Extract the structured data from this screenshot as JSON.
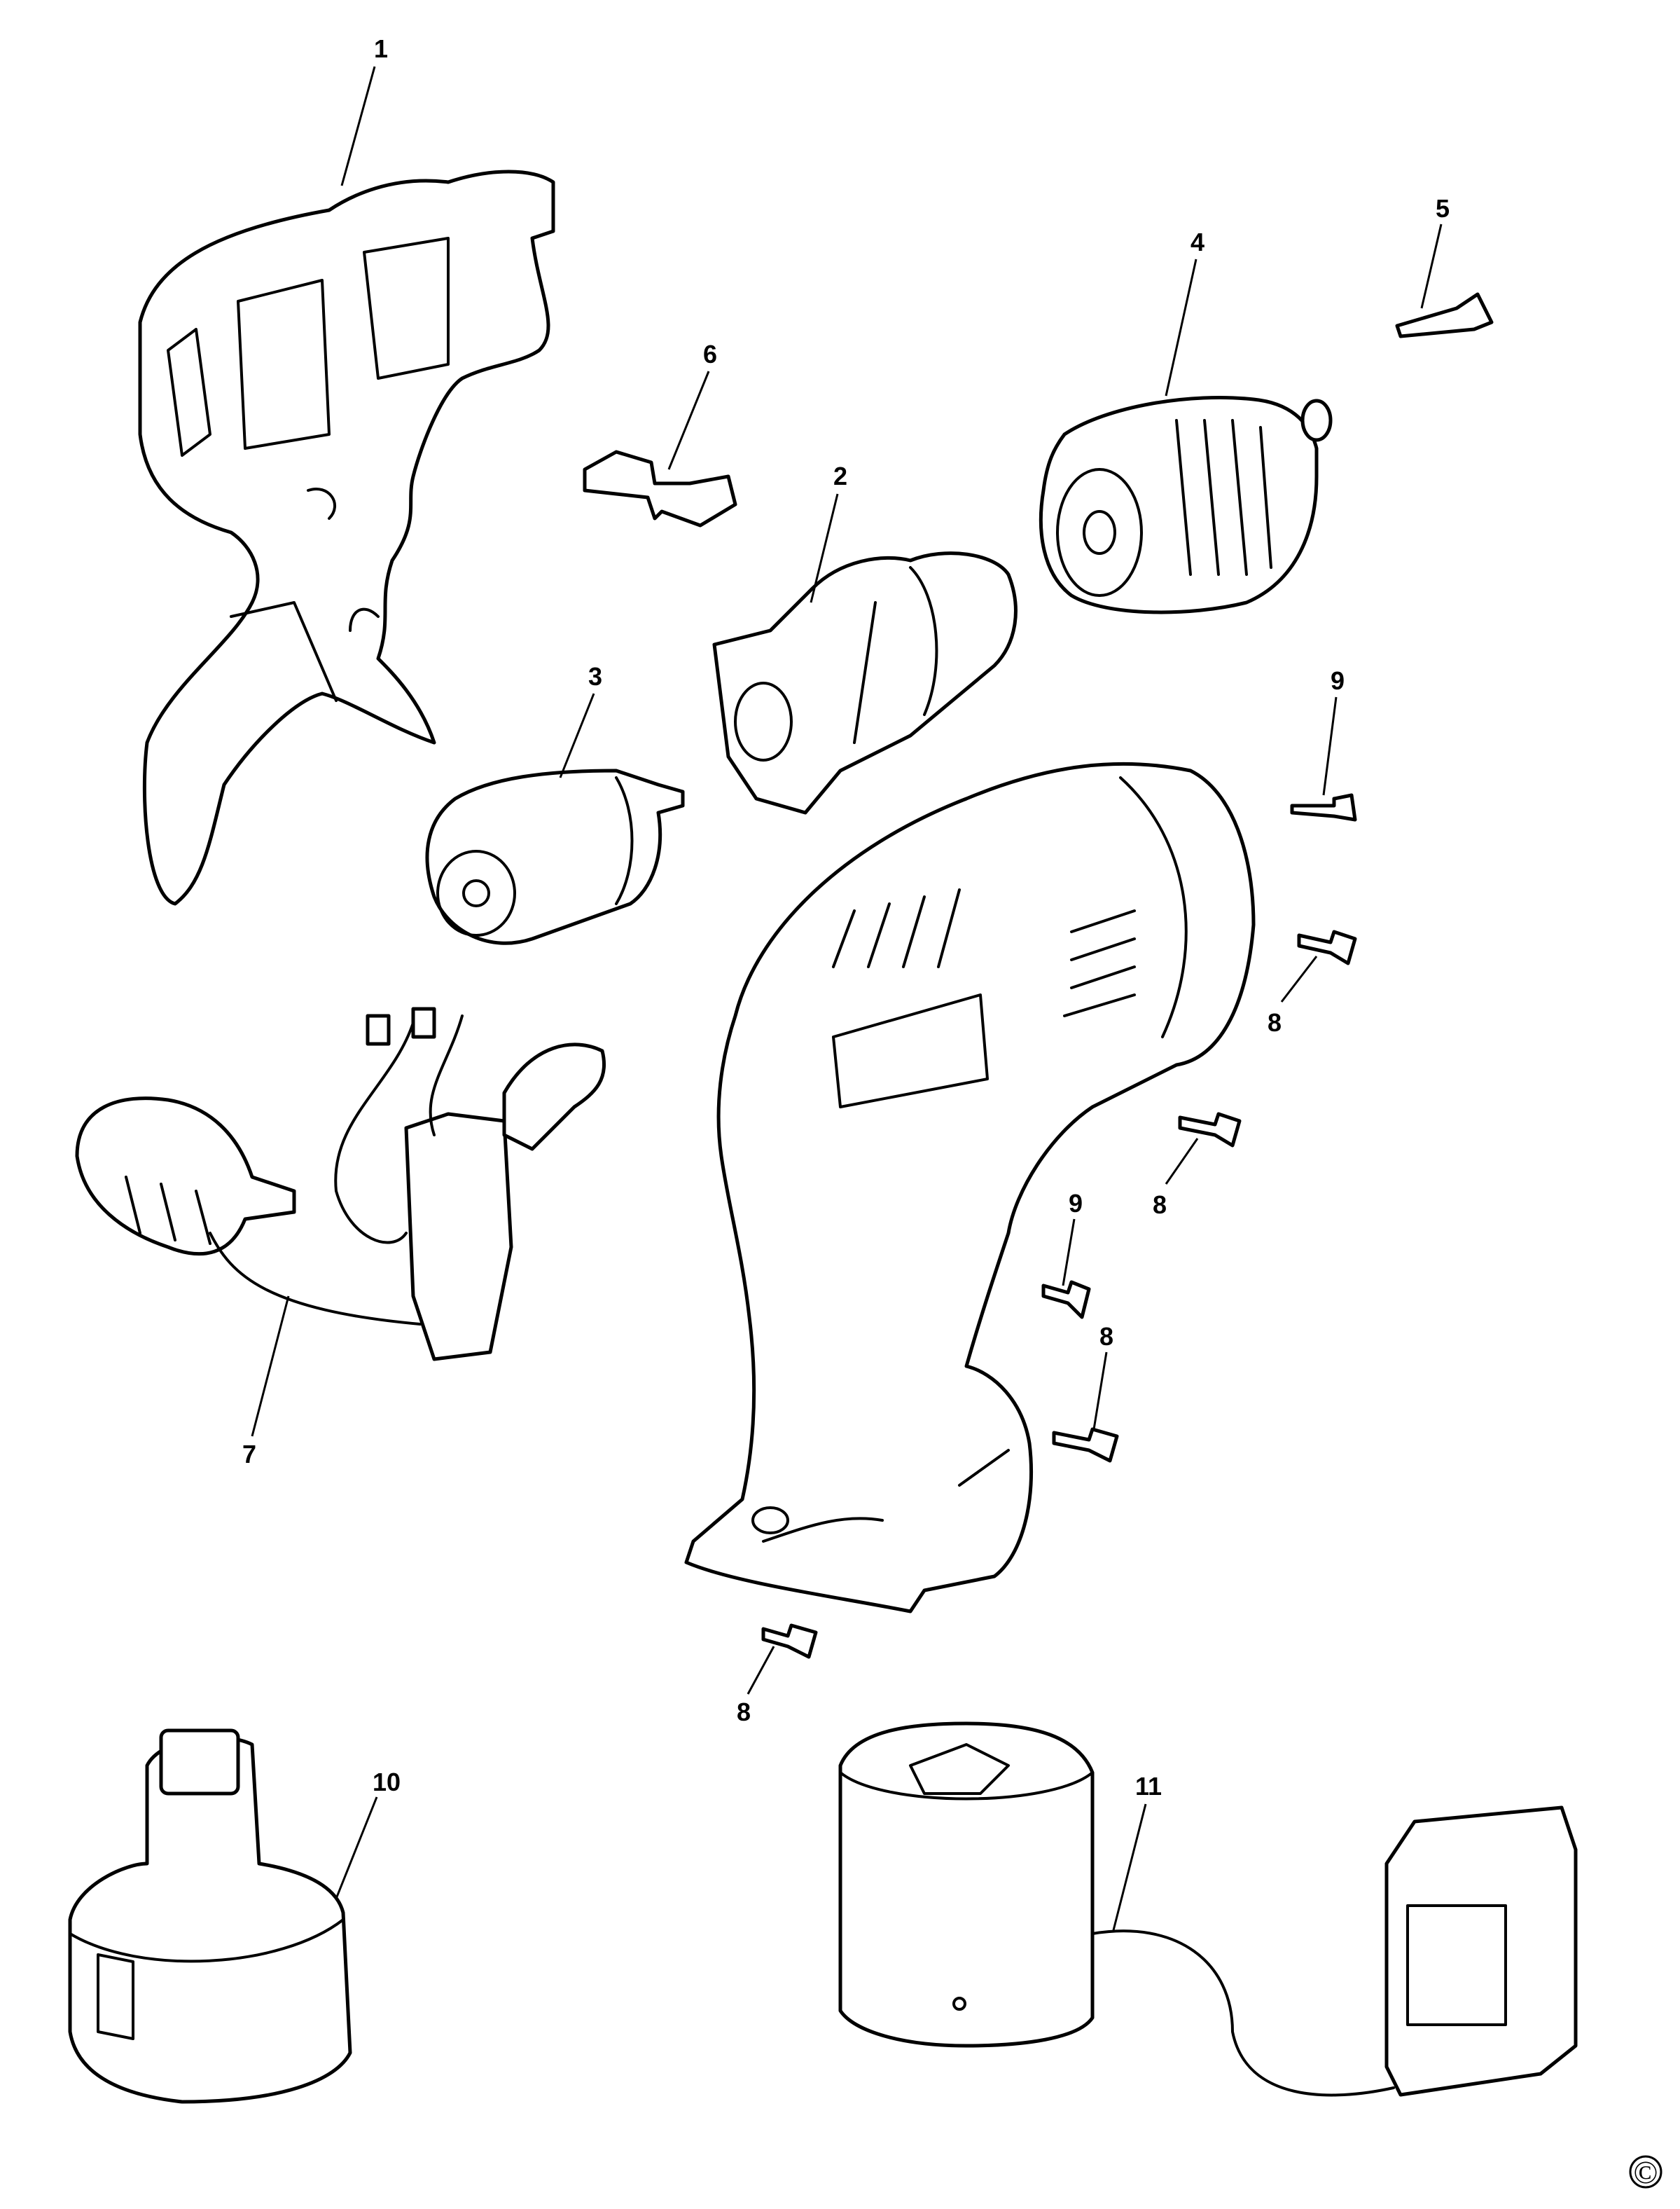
{
  "diagram": {
    "type": "exploded-parts-diagram",
    "labels": {
      "p1": "1",
      "p2": "2",
      "p3": "3",
      "p4": "4",
      "p5": "5",
      "p6": "6",
      "p7": "7",
      "p8a": "8",
      "p8b": "8",
      "p8c": "8",
      "p8d": "8",
      "p9a": "9",
      "p9b": "9",
      "p10": "10",
      "p11": "11"
    },
    "copyright": "©"
  }
}
